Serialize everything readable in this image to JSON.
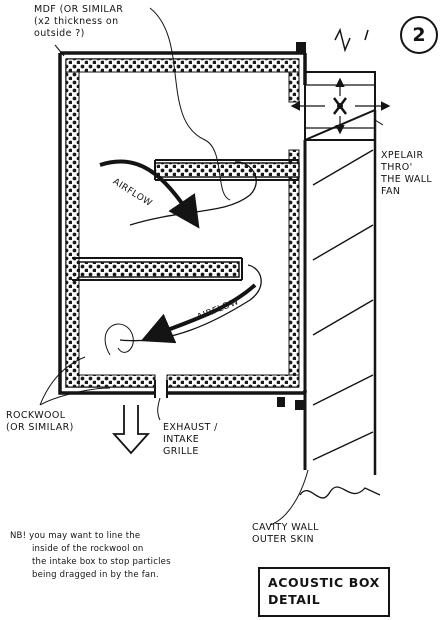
{
  "sheet_number": "2",
  "labels": {
    "mdf": [
      "MDF (OR SIMILAR",
      "(x2 thickness on",
      "outside ?)"
    ],
    "airflow_upper": "AIRFLOW",
    "airflow_lower": "AIRFLOW",
    "fan": [
      "XPELAIR",
      "THRO'",
      "THE WALL",
      "FAN"
    ],
    "rockwool": [
      "ROCKWOOL",
      "(OR SIMILAR)"
    ],
    "exhaust": [
      "EXHAUST /",
      "INTAKE",
      "GRILLE"
    ],
    "cavity_wall": [
      "CAVITY WALL",
      "OUTER SKIN"
    ],
    "note": [
      "NB! you may want to line the",
      "inside of the rockwool on",
      "the intake box to stop particles",
      "being dragged in by the fan."
    ]
  },
  "title_block": [
    "ACOUSTIC BOX",
    "DETAIL"
  ]
}
